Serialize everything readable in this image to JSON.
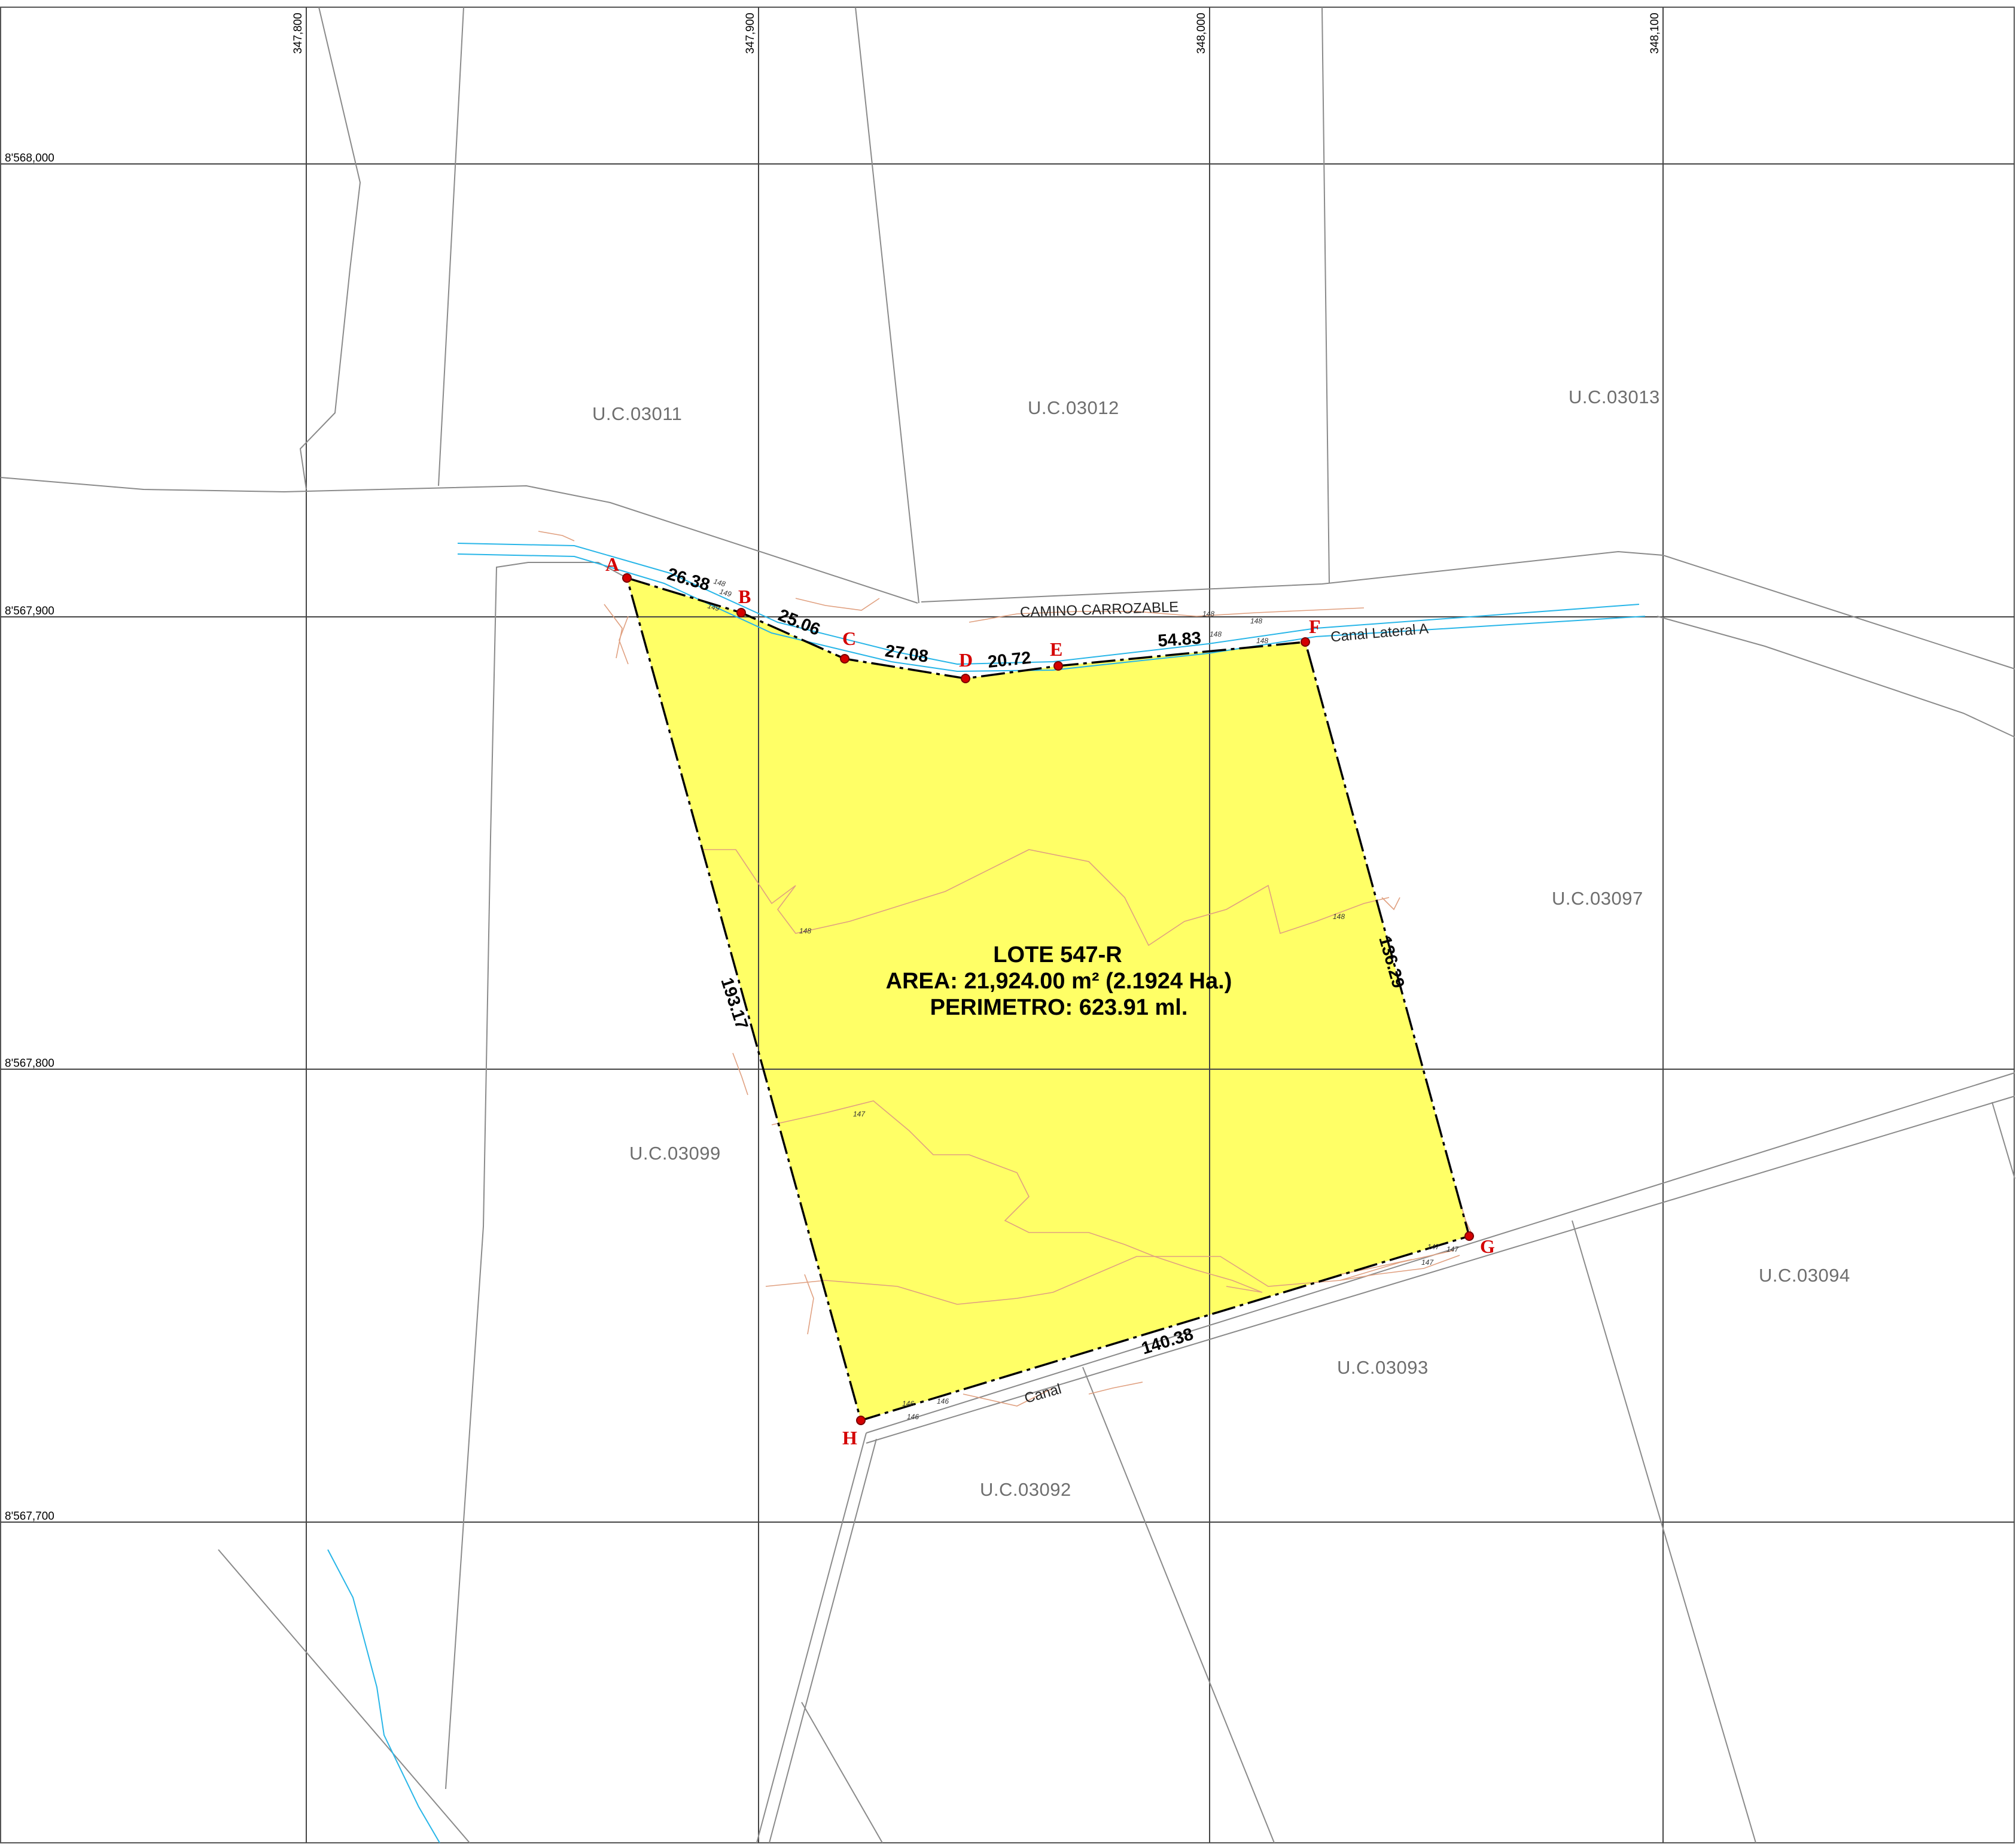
{
  "grid": {
    "easting": [
      "347,800",
      "347,900",
      "348,000",
      "348,100"
    ],
    "northing": [
      "8'568,000",
      "8'567,900",
      "8'567,800",
      "8'567,700"
    ]
  },
  "lot": {
    "title": "LOTE 547-R",
    "area": "AREA: 21,924.00 m² (2.1924 Ha.)",
    "perimeter": "PERIMETRO: 623.91 ml.",
    "fill_color": "#ffff66"
  },
  "vertices": [
    "A",
    "B",
    "C",
    "D",
    "E",
    "F",
    "G",
    "H"
  ],
  "sides": [
    "26.38",
    "25.06",
    "27.08",
    "20.72",
    "54.83",
    "136.29",
    "140.38",
    "193.17"
  ],
  "parcels": [
    "U.C.03011",
    "U.C.03012",
    "U.C.03013",
    "U.C.03097",
    "U.C.03099",
    "U.C.03094",
    "U.C.03093",
    "U.C.03092"
  ],
  "features": {
    "road": "CAMINO CARROZABLE",
    "canal_lateral": "Canal Lateral A",
    "canal": "Canal"
  },
  "contours": [
    "148",
    "149",
    "147",
    "146"
  ],
  "colors": {
    "vertex": "#d40000",
    "water": "#29b6e8",
    "contour": "#e0a080",
    "boundary": "#000000",
    "parcel_line": "#8a8a8a"
  }
}
